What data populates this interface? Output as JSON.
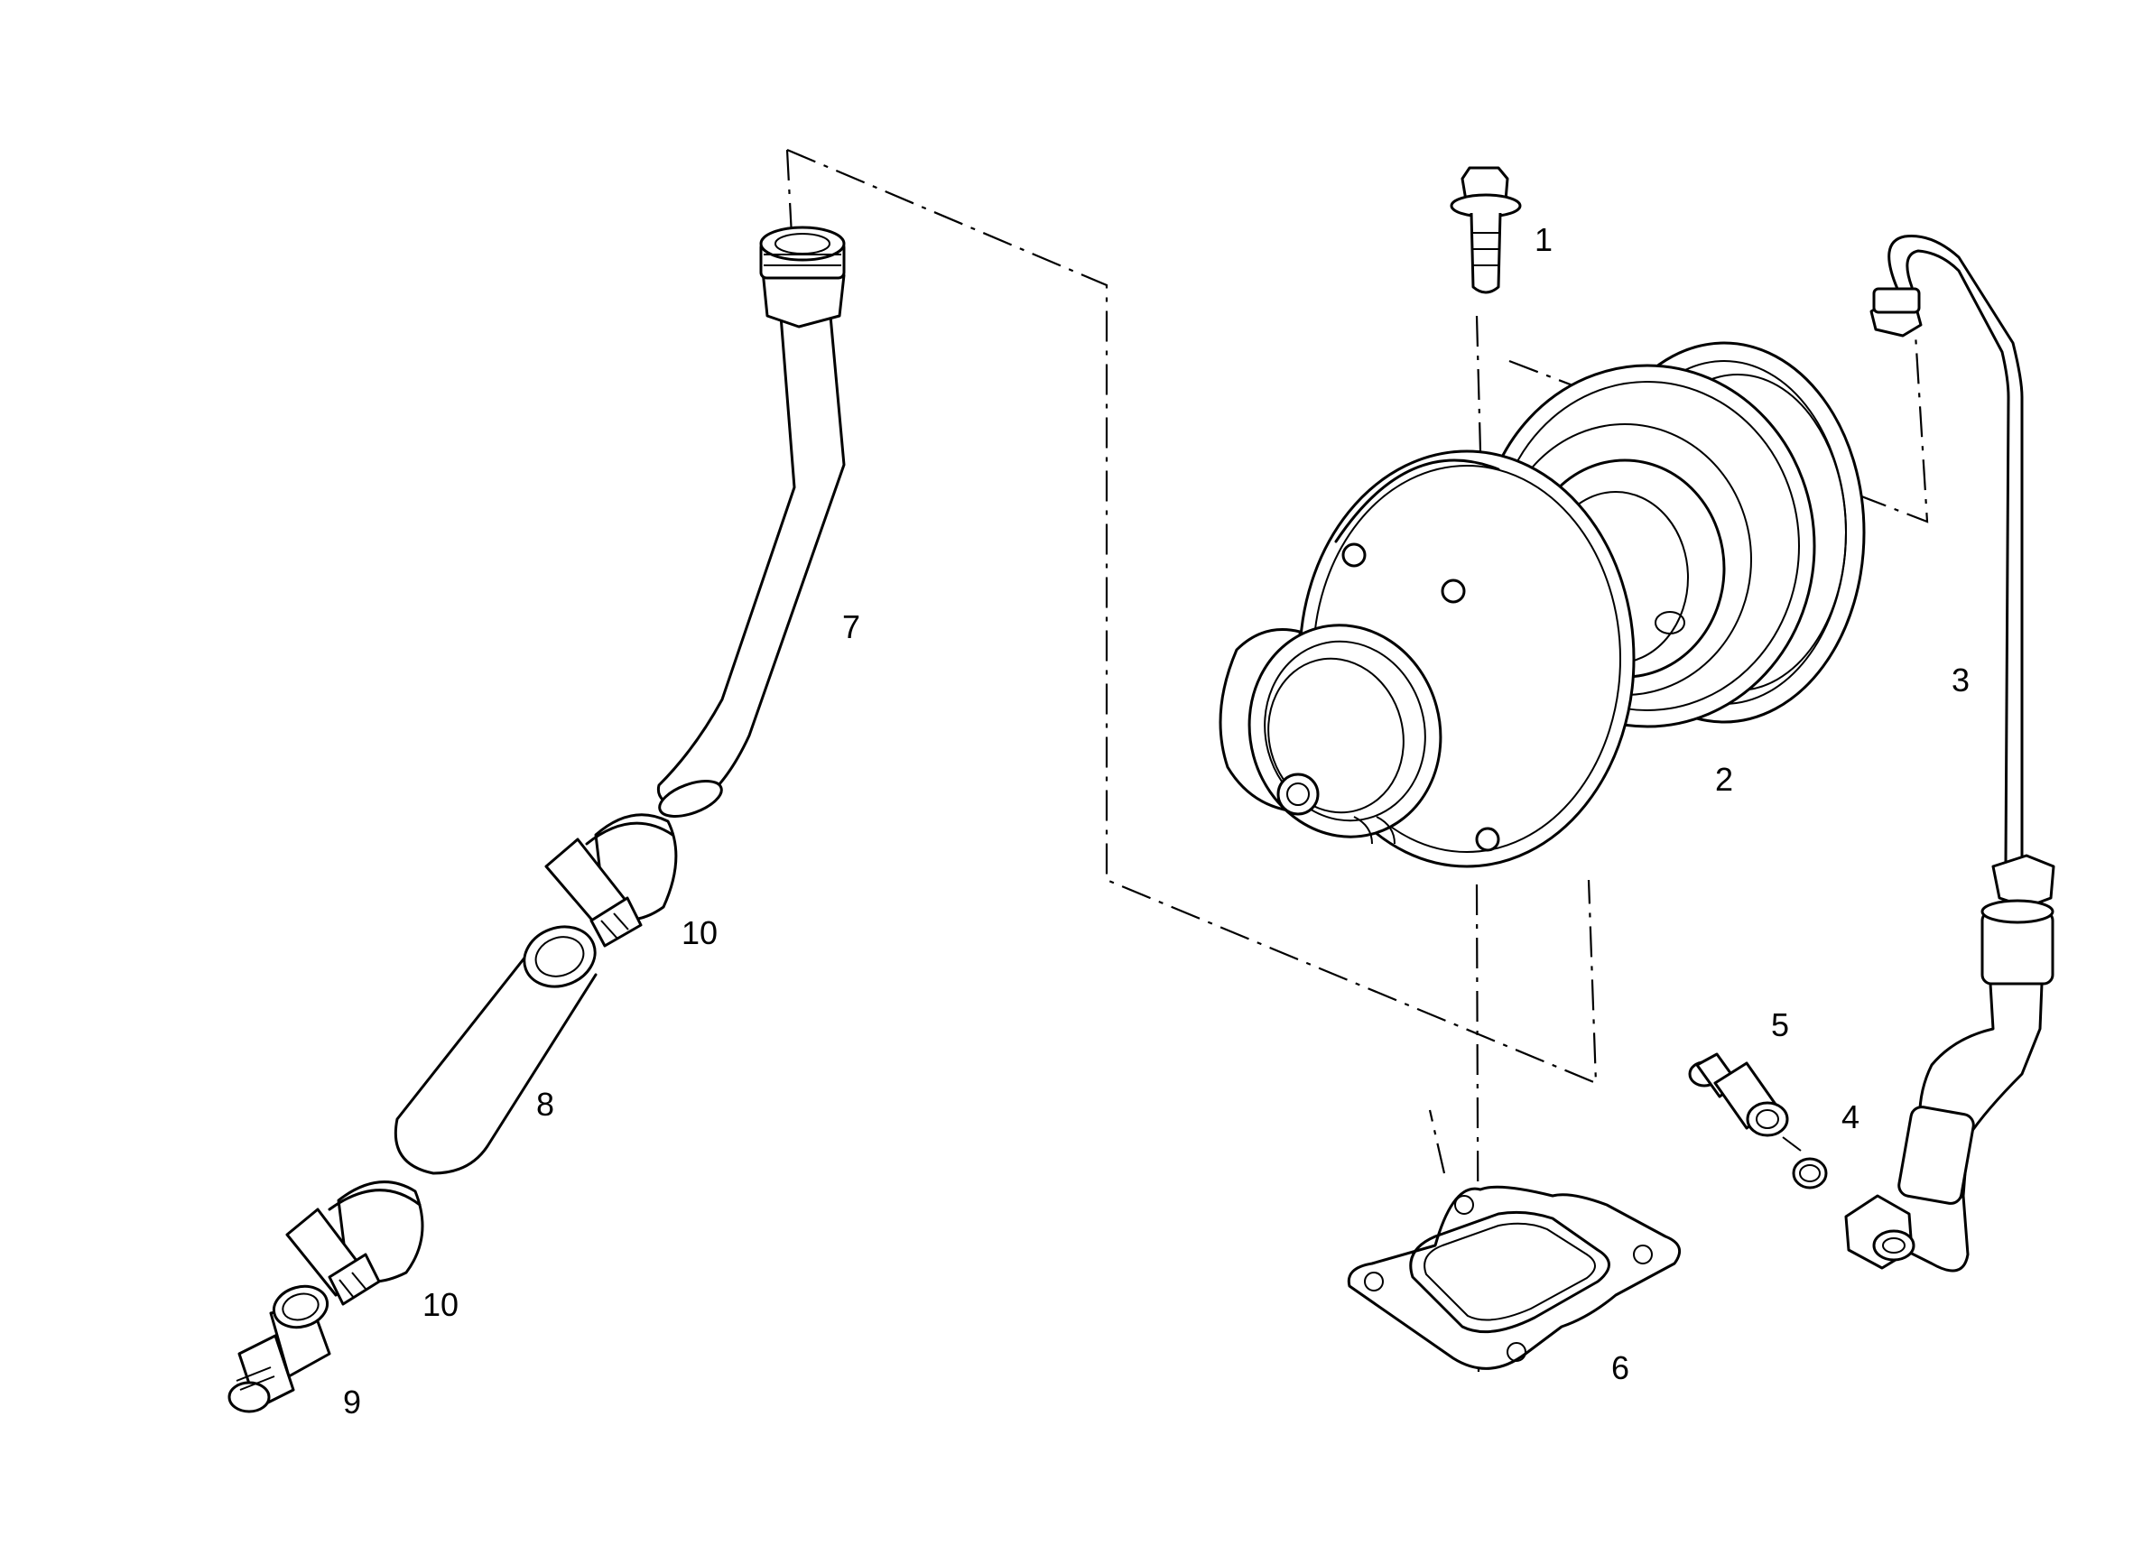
{
  "callouts": {
    "c1": "1",
    "c2": "2",
    "c3": "3",
    "c4": "4",
    "c5": "5",
    "c6": "6",
    "c7": "7",
    "c8": "8",
    "c9": "9",
    "c10a": "10",
    "c10b": "10"
  },
  "colors": {
    "line": "#000000",
    "background": "#ffffff"
  }
}
